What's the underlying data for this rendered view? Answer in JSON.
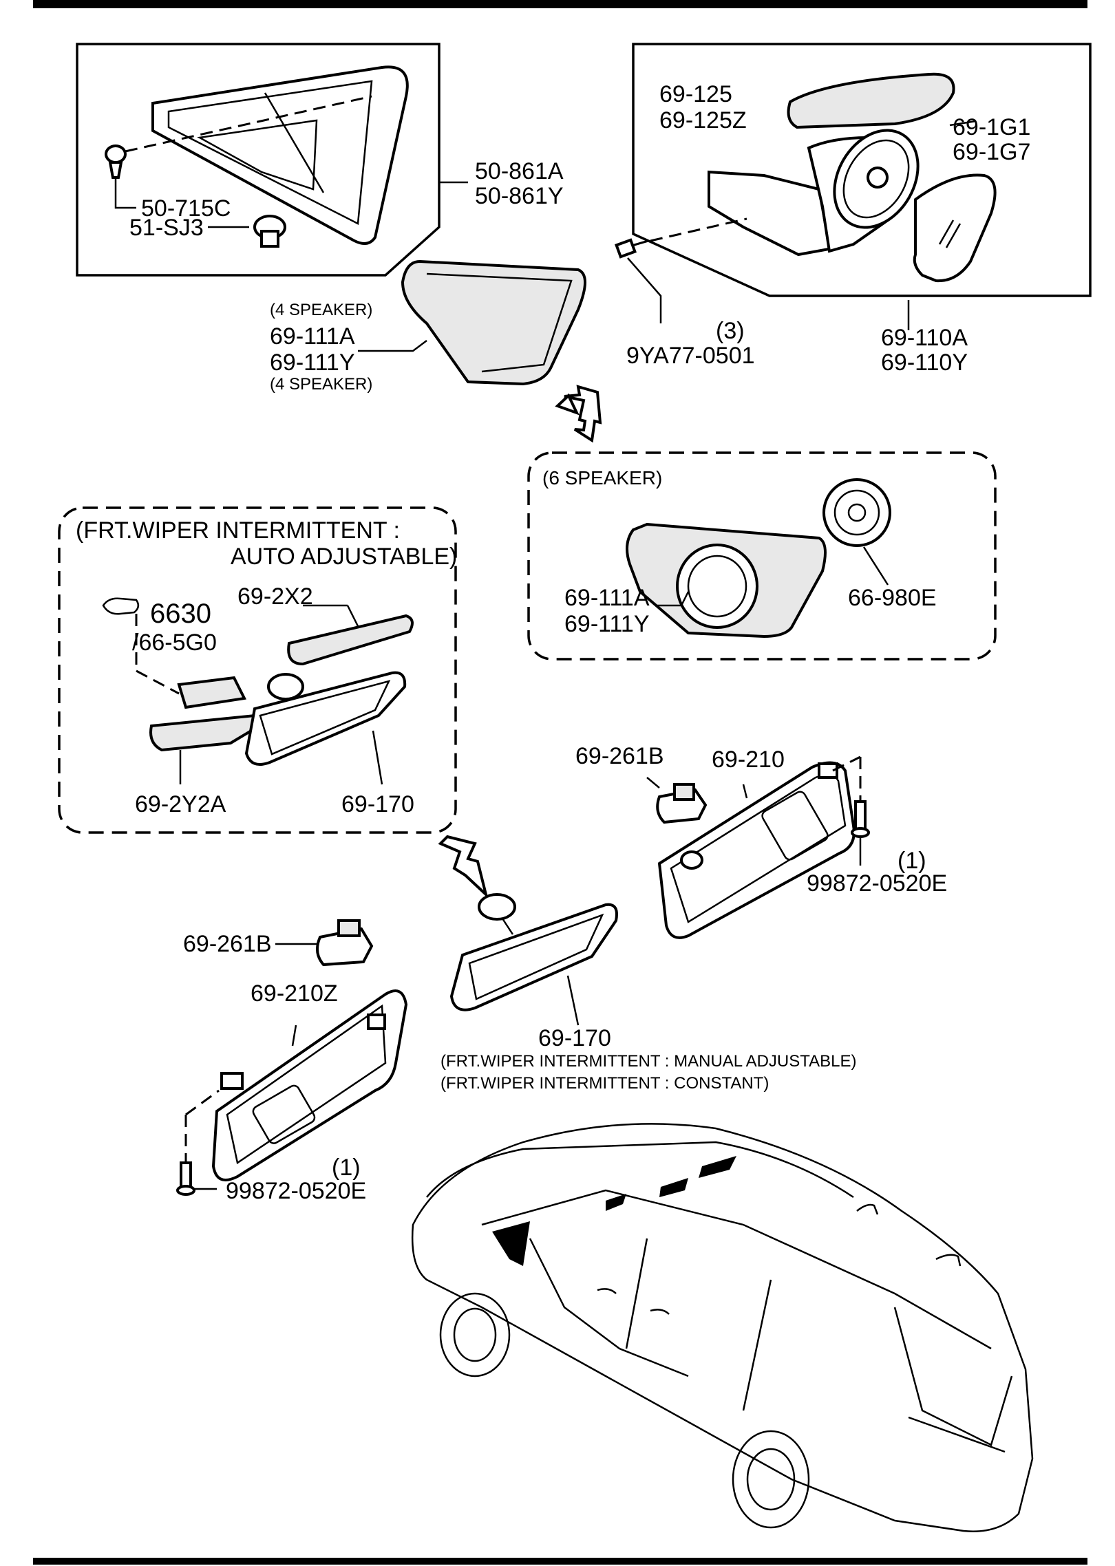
{
  "labels": {
    "p50_861A": "50-861A",
    "p50_861Y": "50-861Y",
    "p50_715C": "50-715C",
    "p51_SJ3": "51-SJ3",
    "p69_125": "69-125",
    "p69_125Z": "69-125Z",
    "p69_1G1": "69-1G1",
    "p69_1G7": "69-1G7",
    "p69_110A": "69-110A",
    "p69_110Y": "69-110Y",
    "p9YA77_qty": "(3)",
    "p9YA77": "9YA77-0501",
    "four_speaker_top": "(4 SPEAKER)",
    "p69_111A_a": "69-111A",
    "p69_111Y_a": "69-111Y",
    "four_speaker_bottom": "(4 SPEAKER)",
    "six_speaker": "(6 SPEAKER)",
    "p69_111A_b": "69-111A",
    "p69_111Y_b": "69-111Y",
    "p66_980E": "66-980E",
    "auto_line1": "(FRT.WIPER INTERMITTENT :",
    "auto_line2": "AUTO ADJUSTABLE)",
    "p6630": "6630",
    "p66_5G0": "/66-5G0",
    "p69_2X2": "69-2X2",
    "p69_2Y2A": "69-2Y2A",
    "p69_170_a": "69-170",
    "p69_261B_a": "69-261B",
    "p69_210": "69-210",
    "p99872_qty_a": "(1)",
    "p99872_a": "99872-0520E",
    "p69_261B_b": "69-261B",
    "p69_210Z": "69-210Z",
    "p69_170_b": "69-170",
    "manual_note": "(FRT.WIPER INTERMITTENT : MANUAL ADJUSTABLE)",
    "constant_note": "(FRT.WIPER INTERMITTENT : CONSTANT)",
    "p99872_qty_b": "(1)",
    "p99872_b": "99872-0520E"
  }
}
